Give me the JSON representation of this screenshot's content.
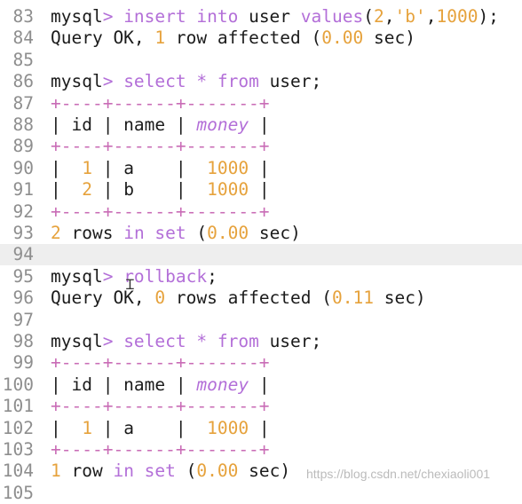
{
  "lines": [
    {
      "n": "83",
      "tokens": [
        {
          "t": "mysql",
          "c": ""
        },
        {
          "t": "> ",
          "c": "pr"
        },
        {
          "t": "insert into ",
          "c": "kw"
        },
        {
          "t": "user ",
          "c": ""
        },
        {
          "t": "values",
          "c": "kw"
        },
        {
          "t": "(",
          "c": ""
        },
        {
          "t": "2",
          "c": "nm"
        },
        {
          "t": ",",
          "c": ""
        },
        {
          "t": "'b'",
          "c": "st"
        },
        {
          "t": ",",
          "c": ""
        },
        {
          "t": "1000",
          "c": "nm"
        },
        {
          "t": ");",
          "c": ""
        }
      ]
    },
    {
      "n": "84",
      "tokens": [
        {
          "t": "Query OK, ",
          "c": ""
        },
        {
          "t": "1",
          "c": "nm"
        },
        {
          "t": " row affected (",
          "c": ""
        },
        {
          "t": "0.00",
          "c": "nm"
        },
        {
          "t": " sec)",
          "c": ""
        }
      ]
    },
    {
      "n": "85",
      "tokens": []
    },
    {
      "n": "86",
      "tokens": [
        {
          "t": "mysql",
          "c": ""
        },
        {
          "t": "> ",
          "c": "pr"
        },
        {
          "t": "select ",
          "c": "kw"
        },
        {
          "t": "* ",
          "c": "kw"
        },
        {
          "t": "from ",
          "c": "kw"
        },
        {
          "t": "user;",
          "c": ""
        }
      ]
    },
    {
      "n": "87",
      "tokens": [
        {
          "t": "+----+------+-------+",
          "c": "bd"
        }
      ]
    },
    {
      "n": "88",
      "tokens": [
        {
          "t": "| id | name | ",
          "c": ""
        },
        {
          "t": "money",
          "c": "it"
        },
        {
          "t": " |",
          "c": ""
        }
      ]
    },
    {
      "n": "89",
      "tokens": [
        {
          "t": "+----+------+-------+",
          "c": "bd"
        }
      ]
    },
    {
      "n": "90",
      "tokens": [
        {
          "t": "|  ",
          "c": ""
        },
        {
          "t": "1",
          "c": "nm"
        },
        {
          "t": " | a    |  ",
          "c": ""
        },
        {
          "t": "1000",
          "c": "nm"
        },
        {
          "t": " |",
          "c": ""
        }
      ]
    },
    {
      "n": "91",
      "tokens": [
        {
          "t": "|  ",
          "c": ""
        },
        {
          "t": "2",
          "c": "nm"
        },
        {
          "t": " | b    |  ",
          "c": ""
        },
        {
          "t": "1000",
          "c": "nm"
        },
        {
          "t": " |",
          "c": ""
        }
      ]
    },
    {
      "n": "92",
      "tokens": [
        {
          "t": "+----+------+-------+",
          "c": "bd"
        }
      ]
    },
    {
      "n": "93",
      "tokens": [
        {
          "t": "2",
          "c": "nm"
        },
        {
          "t": " rows ",
          "c": ""
        },
        {
          "t": "in set",
          "c": "kw"
        },
        {
          "t": " (",
          "c": ""
        },
        {
          "t": "0.00",
          "c": "nm"
        },
        {
          "t": " sec)",
          "c": ""
        }
      ]
    },
    {
      "n": "94",
      "tokens": [],
      "current": true
    },
    {
      "n": "95",
      "tokens": [
        {
          "t": "mysql",
          "c": ""
        },
        {
          "t": "> ",
          "c": "pr"
        },
        {
          "t": "rollback",
          "c": "kw"
        },
        {
          "t": ";",
          "c": ""
        }
      ]
    },
    {
      "n": "96",
      "tokens": [
        {
          "t": "Query OK, ",
          "c": ""
        },
        {
          "t": "0",
          "c": "nm"
        },
        {
          "t": " rows affected (",
          "c": ""
        },
        {
          "t": "0.11",
          "c": "nm"
        },
        {
          "t": " sec)",
          "c": ""
        }
      ]
    },
    {
      "n": "97",
      "tokens": []
    },
    {
      "n": "98",
      "tokens": [
        {
          "t": "mysql",
          "c": ""
        },
        {
          "t": "> ",
          "c": "pr"
        },
        {
          "t": "select ",
          "c": "kw"
        },
        {
          "t": "* ",
          "c": "kw"
        },
        {
          "t": "from ",
          "c": "kw"
        },
        {
          "t": "user;",
          "c": ""
        }
      ]
    },
    {
      "n": "99",
      "tokens": [
        {
          "t": "+----+------+-------+",
          "c": "bd"
        }
      ]
    },
    {
      "n": "100",
      "tokens": [
        {
          "t": "| id | name | ",
          "c": ""
        },
        {
          "t": "money",
          "c": "it"
        },
        {
          "t": " |",
          "c": ""
        }
      ]
    },
    {
      "n": "101",
      "tokens": [
        {
          "t": "+----+------+-------+",
          "c": "bd"
        }
      ]
    },
    {
      "n": "102",
      "tokens": [
        {
          "t": "|  ",
          "c": ""
        },
        {
          "t": "1",
          "c": "nm"
        },
        {
          "t": " | a    |  ",
          "c": ""
        },
        {
          "t": "1000",
          "c": "nm"
        },
        {
          "t": " |",
          "c": ""
        }
      ]
    },
    {
      "n": "103",
      "tokens": [
        {
          "t": "+----+------+-------+",
          "c": "bd"
        }
      ]
    },
    {
      "n": "104",
      "tokens": [
        {
          "t": "1",
          "c": "nm"
        },
        {
          "t": " row ",
          "c": ""
        },
        {
          "t": "in set",
          "c": "kw"
        },
        {
          "t": " (",
          "c": ""
        },
        {
          "t": "0.00",
          "c": "nm"
        },
        {
          "t": " sec)",
          "c": ""
        }
      ]
    },
    {
      "n": "105",
      "tokens": []
    }
  ],
  "colors": {
    "keyword": "#b36fd8",
    "number": "#e6a23c",
    "border": "#c96cb6",
    "text": "#1b1b1b",
    "line_number": "#8e8e8e"
  },
  "cursor_icon": "text-cursor-icon",
  "watermark": "https://blog.csdn.net/chexiaoli001"
}
